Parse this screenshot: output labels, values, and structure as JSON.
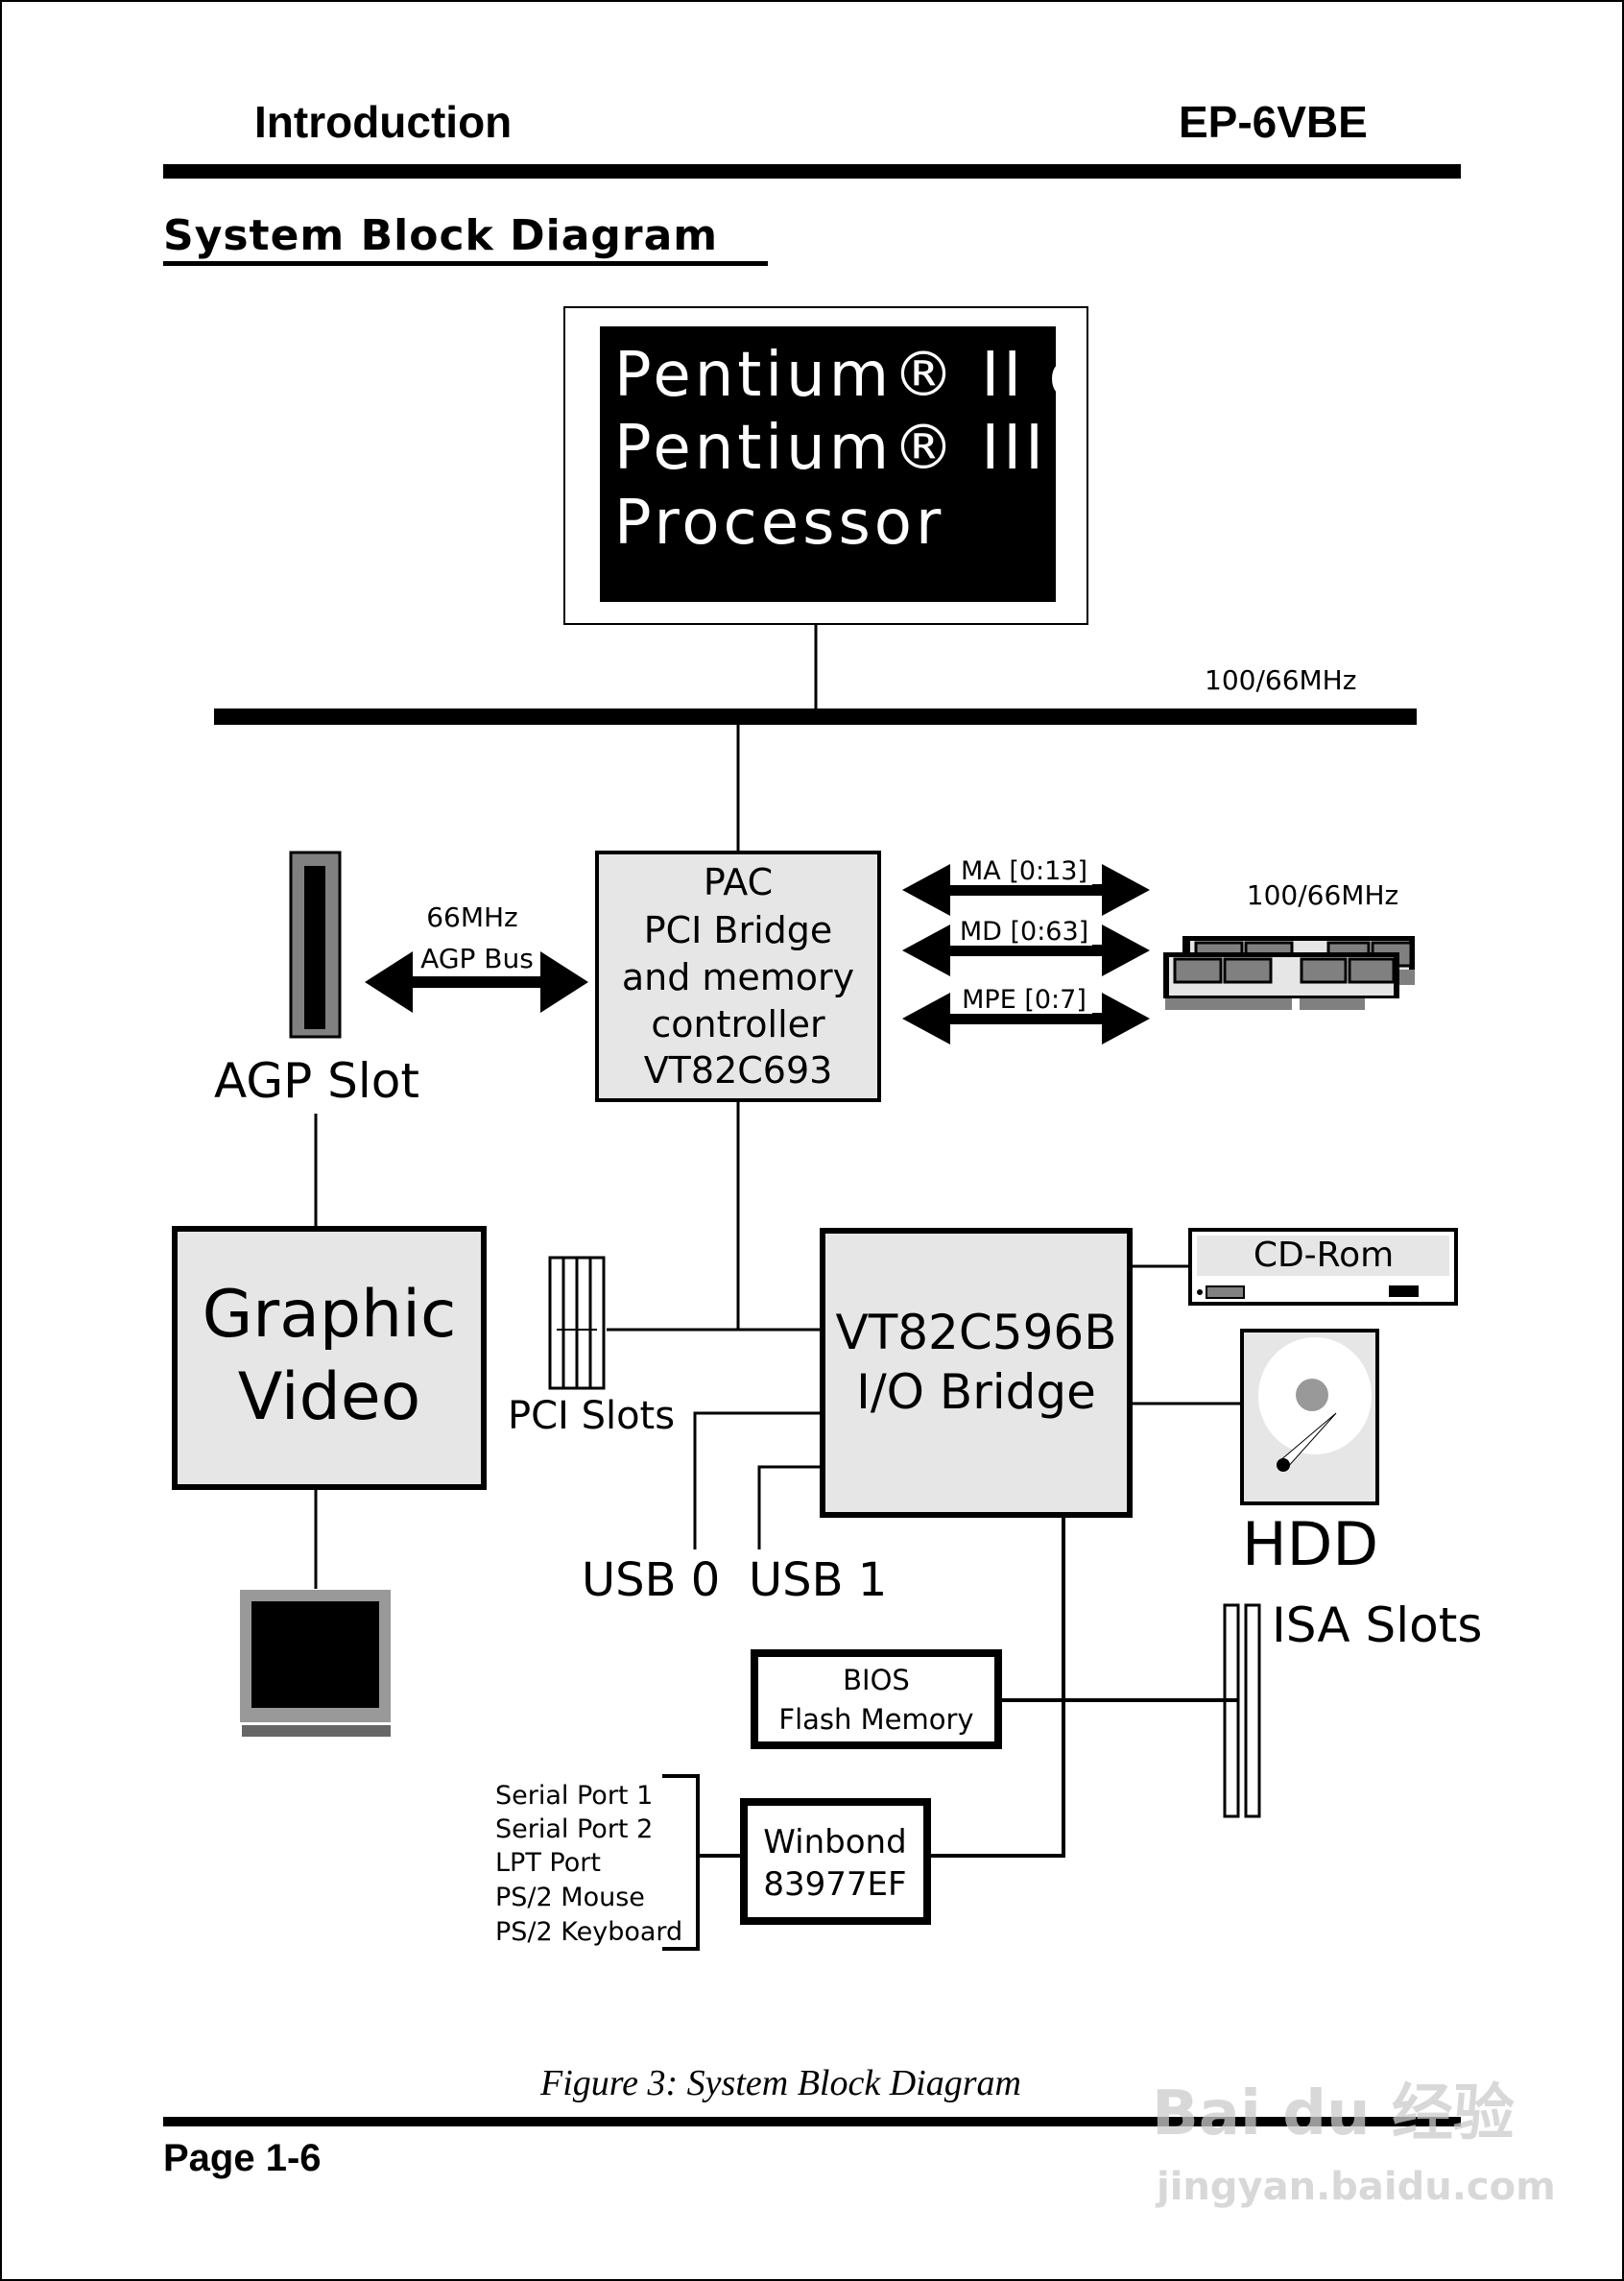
{
  "header": {
    "section": "Introduction",
    "model": "EP-6VBE"
  },
  "section_title": "System Block Diagram",
  "diagram": {
    "cpu": {
      "lines": [
        "Pentium® II or",
        "Pentium® III",
        "Processor"
      ]
    },
    "front_side_bus_label": "100/66MHz",
    "north_bridge": {
      "lines": [
        "PAC",
        "PCI Bridge",
        "and memory",
        "controller",
        "VT82C693"
      ]
    },
    "agp": {
      "speed": "66MHz",
      "bus": "AGP Bus",
      "slot_label": "AGP Slot"
    },
    "memory_buses": [
      "MA [0:13]",
      "MD [0:63]",
      "MPE [0:7]"
    ],
    "memory_label": "100/66MHz",
    "graphic": {
      "lines": [
        "Graphic",
        "Video"
      ]
    },
    "pci_slots_label": "PCI Slots",
    "south_bridge": {
      "lines": [
        "VT82C596B",
        "I/O Bridge"
      ]
    },
    "cdrom_label": "CD-Rom",
    "hdd_label": "HDD",
    "usb": [
      "USB 0",
      "USB 1"
    ],
    "isa_label": "ISA Slots",
    "bios": {
      "lines": [
        "BIOS",
        "Flash Memory"
      ]
    },
    "super_io": {
      "lines": [
        "Winbond",
        "83977EF"
      ]
    },
    "io_ports": [
      "Serial Port 1",
      "Serial Port 2",
      "LPT Port",
      "PS/2 Mouse",
      "PS/2 Keyboard"
    ]
  },
  "caption": "Figure 3:  System Block Diagram",
  "footer": {
    "page": "Page 1-6"
  },
  "watermark": {
    "brand": "Bai du 经验",
    "url": "jingyan.baidu.com"
  },
  "colors": {
    "box_fill": "#e6e6e6",
    "slot_gray": "#808080",
    "monitor_gray": "#999999"
  }
}
